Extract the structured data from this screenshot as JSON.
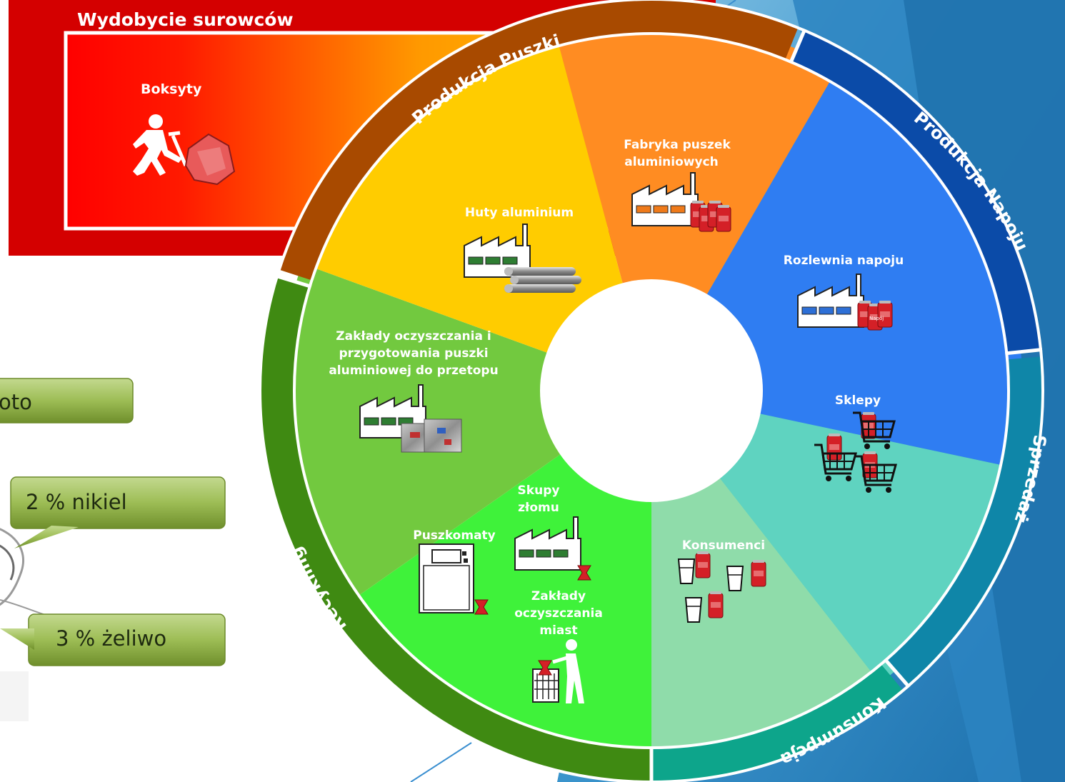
{
  "raw_panel": {
    "title": "Wydobycie surowców",
    "item": "Boksyty",
    "icon": "miner-with-ore-icon"
  },
  "ring": {
    "production_can": "Produkcja Puszki",
    "production_drink": "Produkcja Napoju",
    "sales": "Sprzedaż",
    "consumption": "Konsumpcja",
    "recycling": "Recykling"
  },
  "stages": {
    "smelters": "Huty aluminium",
    "can_factory_line1": "Fabryka puszek",
    "can_factory_line2": "aluminiowych",
    "bottling": "Rozlewnia napoju",
    "shops": "Sklepy",
    "consumers": "Konsumenci",
    "scrap_line1": "Skupy",
    "scrap_line2": "złomu",
    "can_machines": "Puszkomaty",
    "city_cleaning_line1": "Zakłady",
    "city_cleaning_line2": "oczyszczania",
    "city_cleaning_line3": "miast",
    "prep_line1": "Zakłady oczyszczania i",
    "prep_line2": "przygotowania puszki",
    "prep_line3": "aluminiowej do przetopu"
  },
  "can_text": "Napój",
  "bubbles": {
    "top": "oto",
    "middle": "2 % nikiel",
    "bottom": "3 % żeliwo"
  },
  "colors": {
    "red": "#e80000",
    "orange": "#ff8c22",
    "yellow": "#ffcc00",
    "blue": "#2f7df2",
    "teal": "#5fd3c0",
    "pale_green": "#8fdcaa",
    "bright_green": "#3ff23a",
    "green": "#72c93f",
    "ring_brown": "#a84a00",
    "ring_blue": "#0b4ba8",
    "ring_teal": "#0f86a8",
    "ring_seagreen": "#0da58b",
    "ring_green": "#3f8a12",
    "bg_blue": "#2d87c4"
  }
}
